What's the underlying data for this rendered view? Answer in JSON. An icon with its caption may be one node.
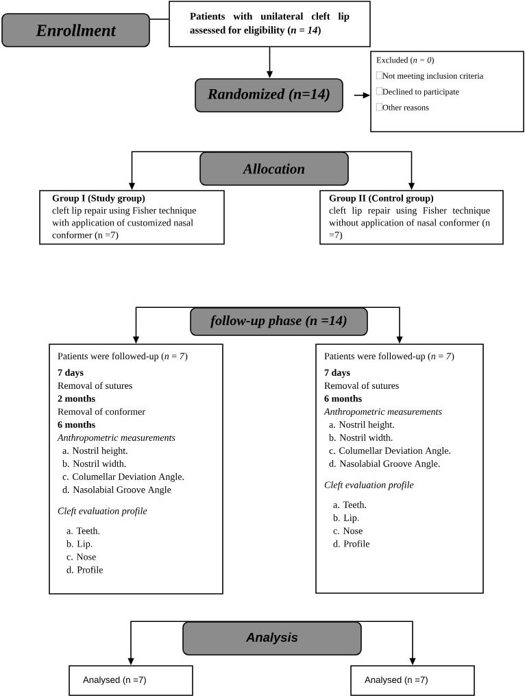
{
  "diagram": {
    "nodes": [
      {
        "text": [
          "Enrollment"
        ]
      },
      {
        "text": [
          "Patients with unilateral cleft lip assessed for eligibility (*n = 14*)"
        ]
      },
      {
        "text": [
          "Randomized (n=14)"
        ]
      },
      {
        "text": [
          "Excluded (*n = 0*)",
          "Not meeting inclusion criteria",
          "Declined to participate",
          "Other reasons"
        ]
      },
      {
        "text": [
          "Allocation"
        ]
      },
      {
        "text": [
          "Group I (Study group)",
          "cleft lip repair using Fisher technique with application of customized nasal conformer (n =7)"
        ]
      },
      {
        "text": [
          "Group II (Control group)",
          "cleft lip repair using Fisher technique without application of nasal conformer (n =7)"
        ]
      },
      {
        "text": [
          "follow-up phase (n =14)"
        ]
      },
      {
        "text": [
          "Patients were followed-up (*n* = *7*)",
          "7 days",
          "Removal of sutures",
          "2 months",
          "Removal of conformer",
          "6 months",
          "Anthropometric measurements",
          "a. Nostril height.",
          "b. Nostril width.",
          "c. Columellar Deviation Angle.",
          "d. Nasolabial Groove Angle",
          "Cleft evaluation profile",
          "a. Teeth.",
          "b. Lip.",
          "c. Nose",
          "d. Profile"
        ]
      },
      {
        "text": [
          "Patients were followed-up (*n* = *7*)",
          "7 days",
          "Removal of sutures",
          "6 months",
          "Anthropometric measurements",
          "a. Nostril height.",
          "b. Nostril width.",
          "c. Columellar Deviation Angle.",
          "d. Nasolabial Groove Angle.",
          "Cleft evaluation profile",
          "a. Teeth.",
          "b. Lip.",
          "c. Nose",
          "d. Profile"
        ]
      },
      {
        "text": [
          "Analysis"
        ]
      },
      {
        "text": [
          "Analysed (n =7)"
        ]
      },
      {
        "text": [
          "Analysed (n =7)"
        ]
      }
    ],
    "edges": [
      {
        "from": 0,
        "to": 1,
        "arrow": "none"
      },
      {
        "from": 1,
        "to": 2,
        "arrow": "to"
      },
      {
        "from": 2,
        "to": 3,
        "arrow": "to"
      },
      {
        "from": 4,
        "to": 5,
        "arrow": "to"
      },
      {
        "from": 4,
        "to": 6,
        "arrow": "to"
      },
      {
        "from": 7,
        "to": 8,
        "arrow": "to"
      },
      {
        "from": 7,
        "to": 9,
        "arrow": "to"
      },
      {
        "from": 10,
        "to": 11,
        "arrow": "to"
      },
      {
        "from": 10,
        "to": 12,
        "arrow": "to"
      }
    ]
  }
}
